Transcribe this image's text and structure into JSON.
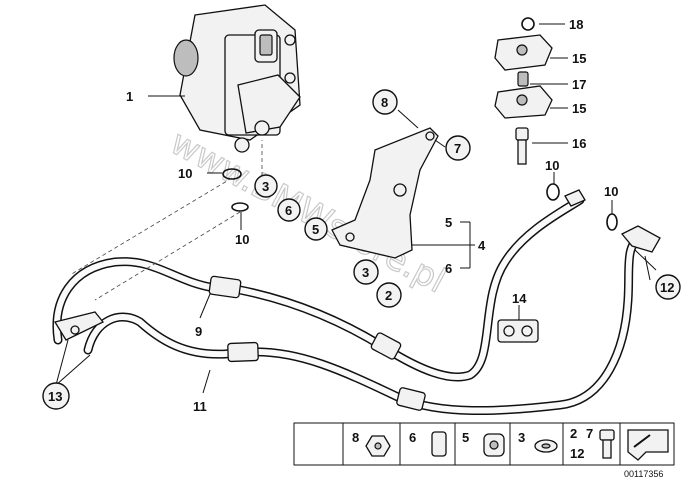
{
  "callouts": {
    "c1": "1",
    "c2": "2",
    "c3a": "3",
    "c3b": "3",
    "c4": "4",
    "c5a": "5",
    "c5b": "5",
    "c6a": "6",
    "c6b": "6",
    "c7": "7",
    "c8": "8",
    "c9": "9",
    "c10a": "10",
    "c10b": "10",
    "c10c": "10",
    "c10d": "10",
    "c11": "11",
    "c12": "12",
    "c13": "13",
    "c14": "14",
    "c15a": "15",
    "c15b": "15",
    "c16": "16",
    "c17": "17",
    "c18": "18"
  },
  "legend": {
    "items": [
      "8",
      "6",
      "5",
      "3",
      "2",
      "7",
      "12"
    ]
  },
  "watermark": "www.BMWstore.pl",
  "diagram_id": "00117356",
  "colors": {
    "line": "#111111",
    "fill": "#f2f2f2",
    "watermark": "#c9c9c9"
  }
}
